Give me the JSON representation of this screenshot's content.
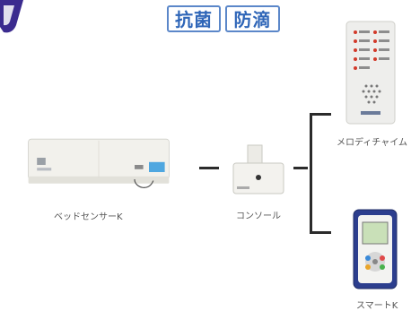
{
  "badges": {
    "antibacterial": "抗菌",
    "drip_proof": "防滴"
  },
  "devices": {
    "bed_sensor": {
      "label": "ベッドセンサーK"
    },
    "console": {
      "label": "コンソール"
    },
    "melody_chime": {
      "label": "メロディチャイム"
    },
    "smart_k": {
      "label": "スマートK"
    }
  },
  "icons": {
    "corner": "logo-mark-icon"
  },
  "colors": {
    "badge_blue": "#2f66b8",
    "logo_purple": "#3b2b8f",
    "connector": "#2b2b2b"
  }
}
